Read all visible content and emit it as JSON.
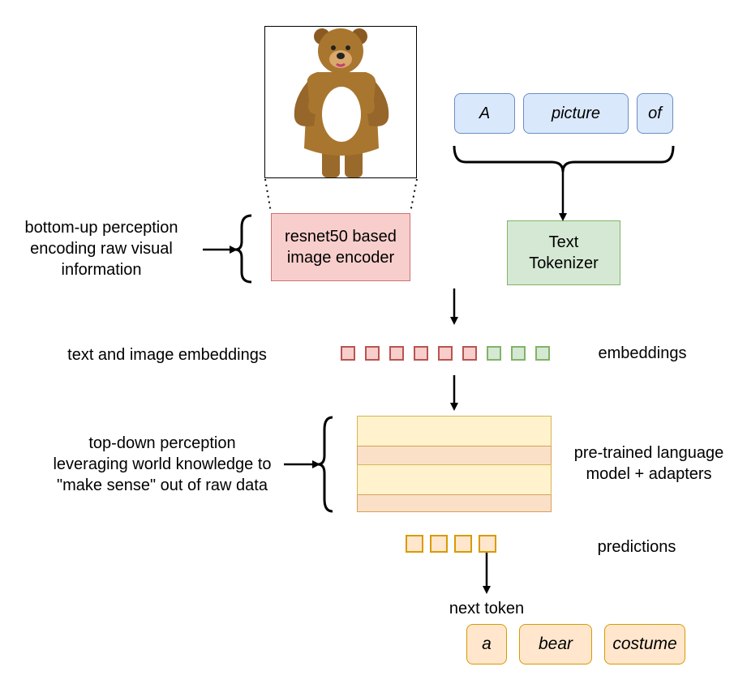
{
  "image_alt": "bear costume photo",
  "left_labels": {
    "bottom_up": [
      "bottom-up perception",
      "encoding raw visual",
      "information"
    ],
    "embeddings": "text and image embeddings",
    "top_down": [
      "top-down perception",
      "leveraging world knowledge to",
      "\"make sense\" out of raw data"
    ]
  },
  "encoder": [
    "resnet50 based",
    "image encoder"
  ],
  "tokenizer": [
    "Text",
    "Tokenizer"
  ],
  "input_tokens": [
    "A",
    "picture",
    "of"
  ],
  "right_labels": {
    "embeddings": "embeddings",
    "language_model": [
      "pre-trained language",
      "model + adapters"
    ],
    "predictions": "predictions"
  },
  "next_token_label": "next token",
  "output_tokens": [
    "a",
    "bear",
    "costume"
  ],
  "colors": {
    "text_token": "#dae8fc",
    "image_embedding": "#f8cecc",
    "text_embedding": "#d5e8d4",
    "language_model": "#fff2cc",
    "prediction": "#ffe6cc"
  }
}
